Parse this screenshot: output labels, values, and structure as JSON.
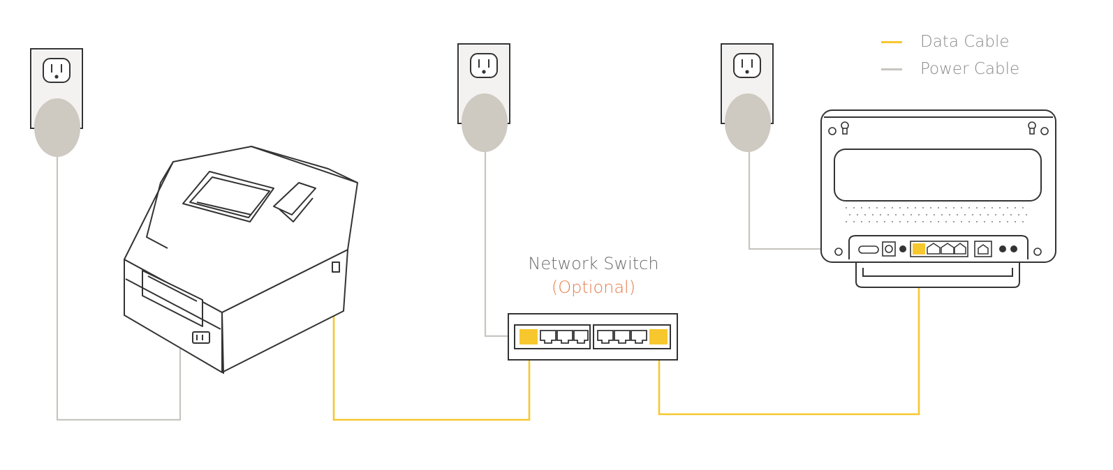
{
  "colors": {
    "data_cable": "#F7C72E",
    "power_cable": "#C8C5BF",
    "outline": "#333333",
    "plug": "#CEC9C1",
    "optional_text": "#E87B4A"
  },
  "legend": {
    "items": [
      {
        "label": "Data Cable",
        "color_key": "data_cable"
      },
      {
        "label": "Power Cable",
        "color_key": "power_cable"
      }
    ]
  },
  "network_switch": {
    "title": "Network Switch",
    "note": "(Optional)"
  },
  "devices": [
    "wall-outlet",
    "wall-outlet",
    "wall-outlet",
    "receipt-printer",
    "network-switch",
    "router"
  ]
}
